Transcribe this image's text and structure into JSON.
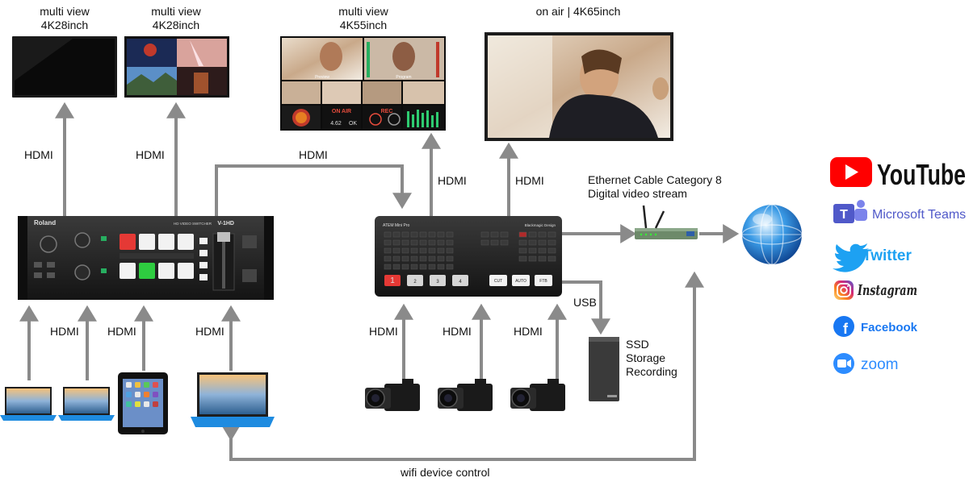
{
  "displays": {
    "monitor1": {
      "title": "multi view",
      "size": "4K28inch"
    },
    "monitor2": {
      "title": "multi view",
      "size": "4K28inch"
    },
    "monitor3": {
      "title": "multi view",
      "size": "4K55inch"
    },
    "onair": {
      "title": "on air | 4K65inch"
    },
    "multiview_screen": {
      "onair_tag": "ON AIR",
      "rec_tag": "REC",
      "readout": "4.62",
      "ok": "OK",
      "preview": "Preview",
      "program": "Program"
    }
  },
  "cables": {
    "hdmi": "HDMI",
    "usb": "USB",
    "wifi": "wifi device control",
    "ethernet_line1": "Ethernet Cable Category 8",
    "ethernet_line2": "Digital video stream"
  },
  "switcher_roland": {
    "brand": "Roland",
    "model": "V-1HD",
    "subtitle": "HD VIDEO SWITCHER"
  },
  "switcher_atem": {
    "brand": "ATEM Mini Pro",
    "maker": "Blackmagic Design",
    "buttons": [
      "1",
      "2",
      "3",
      "4",
      "CUT",
      "AUTO",
      "FTB"
    ]
  },
  "storage": {
    "line1": "SSD",
    "line2": "Storage",
    "line3": "Recording"
  },
  "platforms": {
    "youtube": "YouTube",
    "teams": "Microsoft Teams",
    "twitter": "Twitter",
    "instagram": "Instagram",
    "facebook": "Facebook",
    "zoom": "zoom"
  },
  "colors": {
    "arrow": "#8a8a8a",
    "youtube": "#ff0000",
    "teams": "#5059c9",
    "twitter": "#1da1f2",
    "facebook": "#1877f2",
    "zoom": "#2d8cff",
    "laptop": "#1e8be0"
  }
}
